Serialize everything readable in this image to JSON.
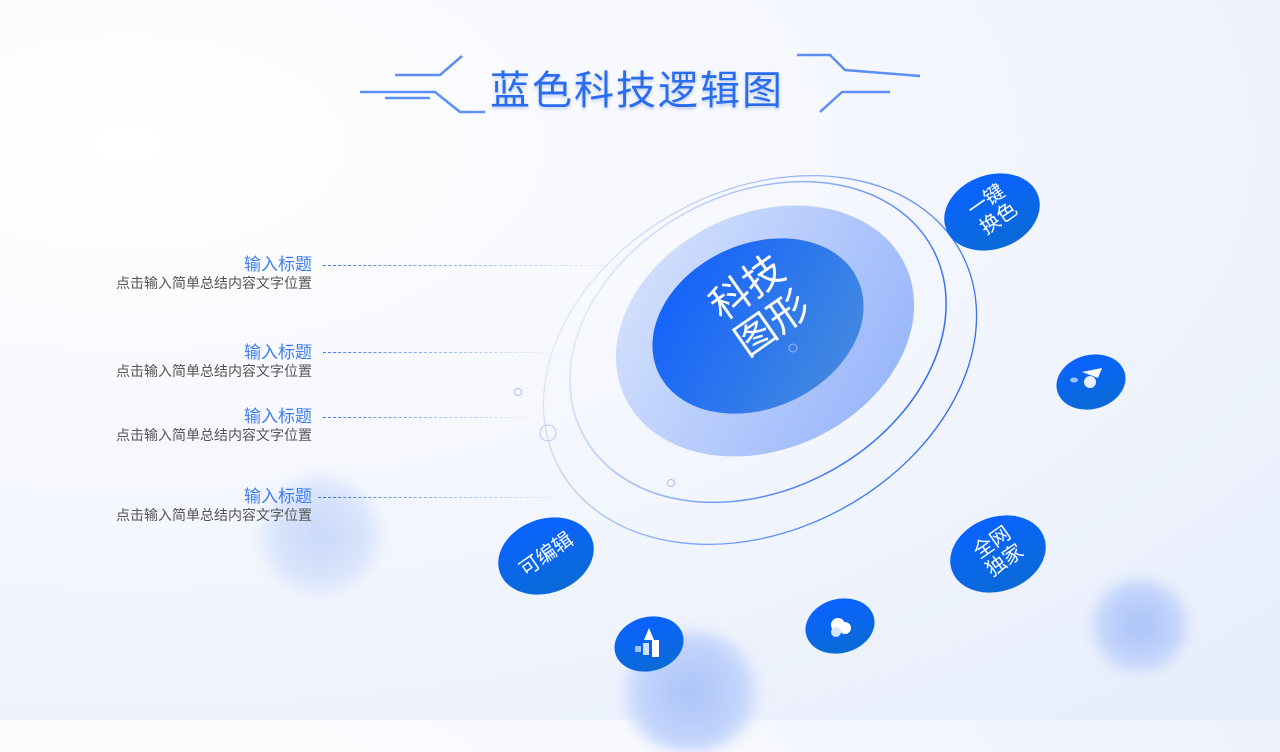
{
  "title": "蓝色科技逻辑图",
  "center": {
    "line1": "科技",
    "line2": "图形"
  },
  "items": [
    {
      "title": "输入标题",
      "desc": "点击输入简单总结内容文字位置"
    },
    {
      "title": "输入标题",
      "desc": "点击输入简单总结内容文字位置"
    },
    {
      "title": "输入标题",
      "desc": "点击输入简单总结内容文字位置"
    },
    {
      "title": "输入标题",
      "desc": "点击输入简单总结内容文字位置"
    }
  ],
  "badges": {
    "one_click": {
      "l1": "一键",
      "l2": "换色"
    },
    "exclusive": {
      "l1": "全网",
      "l2": "独家"
    },
    "editable": "可编辑"
  },
  "icons": [
    "rocket-globe-icon",
    "rocket-chart-icon",
    "cloud-bulb-icon"
  ],
  "colors": {
    "accent": "#0a5ff5",
    "title": "#2a6cf0"
  }
}
